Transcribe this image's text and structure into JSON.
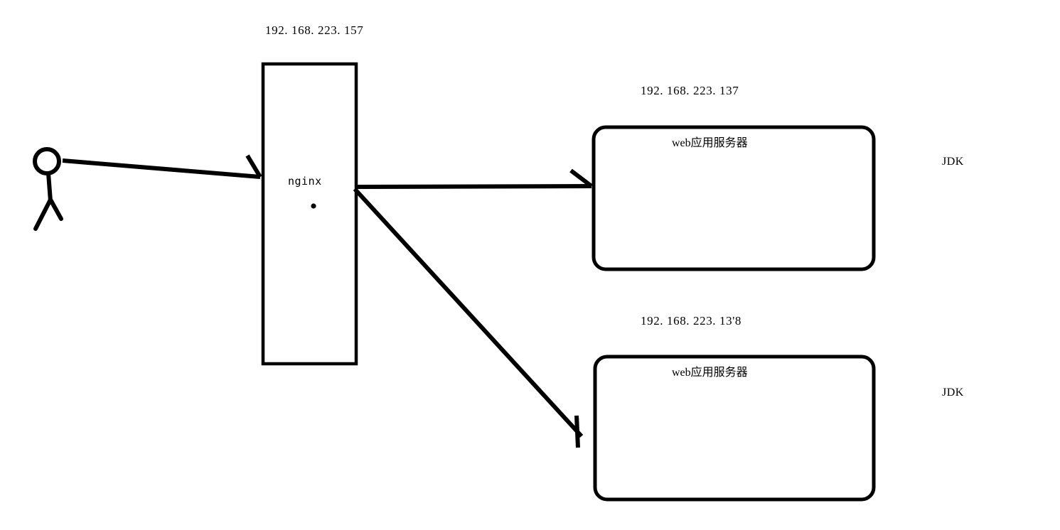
{
  "diagram": {
    "title": "nginx load balancing architecture",
    "background_color": "#ffffff",
    "stroke_color": "#000000",
    "actor": {
      "name": "client-stick-figure",
      "label": ""
    },
    "proxy_node": {
      "ip_label": "192. 168. 223. 157",
      "label": "nginx",
      "shape": "rectangle"
    },
    "app_nodes": [
      {
        "ip_label": "192. 168. 223. 137",
        "label": "web应用服务器",
        "runtime_label": "JDK",
        "shape": "rounded-rectangle"
      },
      {
        "ip_label": "192. 168. 223. 13'8",
        "label": "web应用服务器",
        "runtime_label": "JDK",
        "shape": "rounded-rectangle"
      }
    ],
    "connections": [
      {
        "name": "client-to-nginx",
        "from": "client",
        "to": "nginx",
        "label": ""
      },
      {
        "name": "nginx-to-web-server-1",
        "from": "nginx",
        "to": "web-server-1",
        "label": ""
      },
      {
        "name": "nginx-to-web-server-2",
        "from": "nginx",
        "to": "web-server-2",
        "label": ""
      }
    ]
  }
}
